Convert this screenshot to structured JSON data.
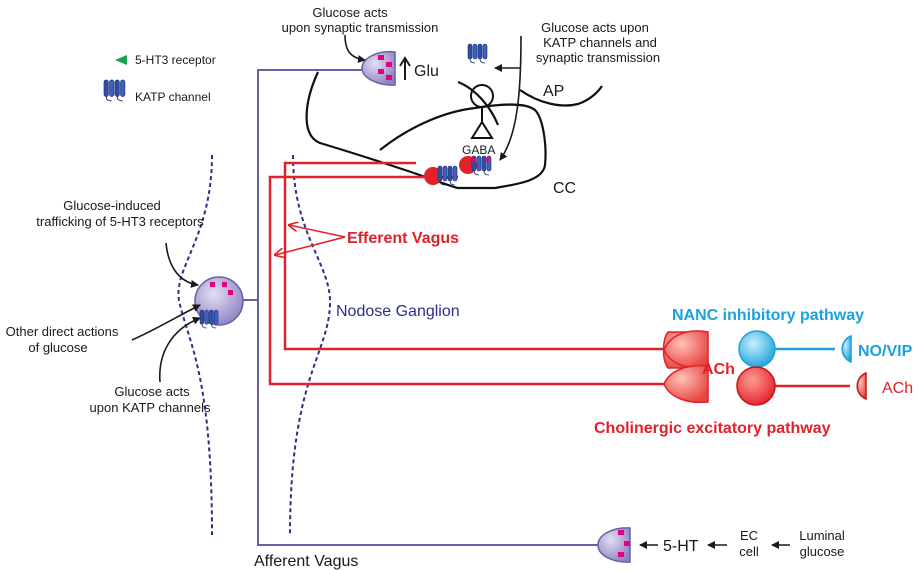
{
  "legend": {
    "receptor": "5-HT3 receptor",
    "katp": "KATP channel"
  },
  "labels": {
    "synaptic_line1": "Glucose acts",
    "synaptic_line2": "upon synaptic transmission",
    "glu": "Glu",
    "katp_syn_line1": "Glucose acts upon",
    "katp_syn_line2": "KATP channels and",
    "katp_syn_line3": "synaptic transmission",
    "ap": "AP",
    "gaba": "GABA",
    "cc": "CC",
    "trafficking_line1": "Glucose-induced",
    "trafficking_line2": "trafficking of 5-HT3 receptors",
    "efferent_vagus": "Efferent Vagus",
    "nodose_ganglion": "Nodose Ganglion",
    "direct_line1": "Other direct actions",
    "direct_line2": "of glucose",
    "katp_line1": "Glucose acts",
    "katp_line2": "upon KATP channels",
    "nanc": "NANC inhibitory pathway",
    "no_vip": "NO/VIP",
    "ach_center": "ACh",
    "ach_right": "ACh",
    "cholinergic": "Cholinergic excitatory pathway",
    "five_ht": "5-HT",
    "ec_line1": "EC",
    "ec_line2": "cell",
    "luminal_line1": "Luminal",
    "luminal_line2": "glucose",
    "afferent_vagus": "Afferent Vagus"
  },
  "colors": {
    "efferent": "#e2212a",
    "nanc": "#1ba1dc",
    "afferent": "#6a5fa6",
    "nodose": "#2b2f88",
    "receptor": "#e6007e",
    "katp": "#2f4fa6",
    "legend_receptor": "#1aa050"
  }
}
